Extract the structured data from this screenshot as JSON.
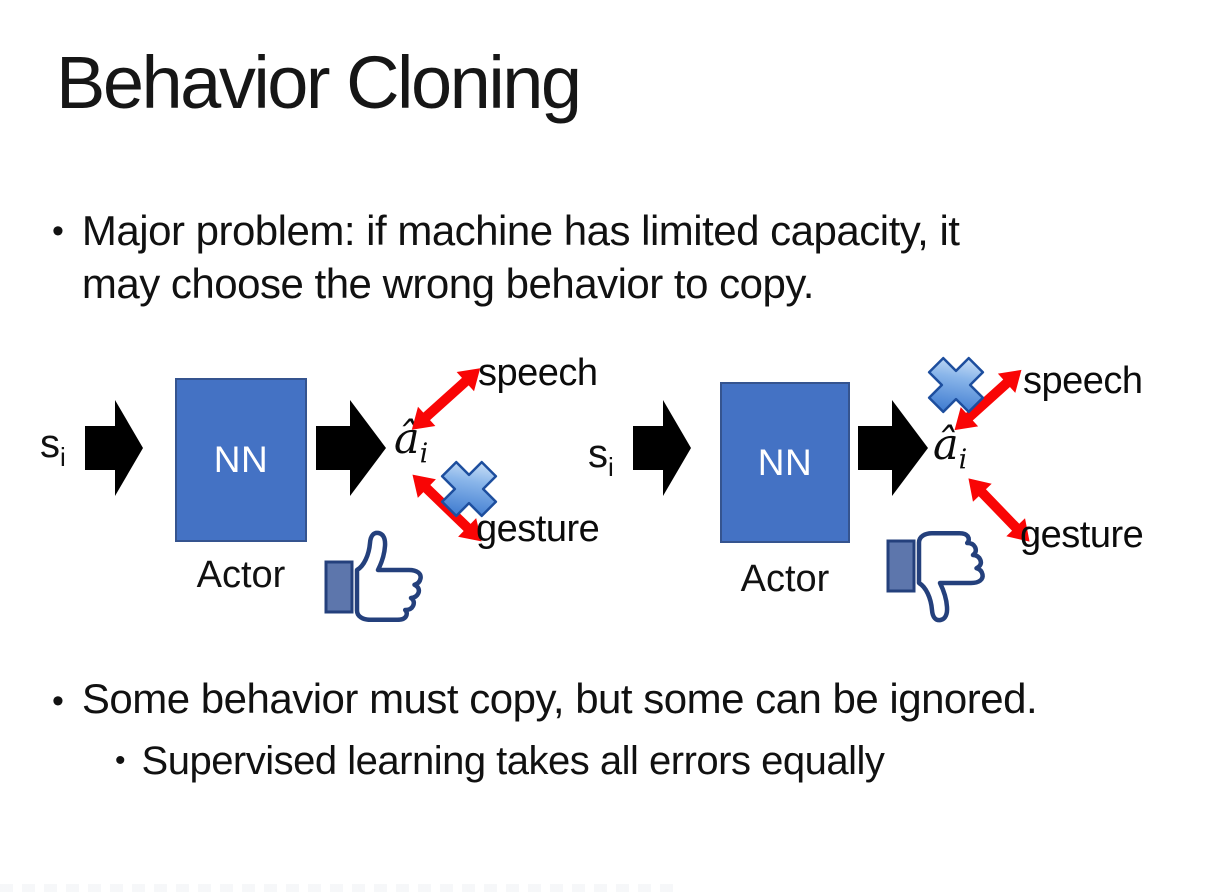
{
  "slide": {
    "title": "Behavior Cloning",
    "bullet_char": "•",
    "bullets": {
      "major_problem_line1": "Major problem: if machine has limited capacity, it",
      "major_problem_line2": "may choose the wrong behavior to copy.",
      "some_behavior": "Some behavior must copy, but some can be ignored.",
      "supervised": "Supervised learning takes all errors equally"
    },
    "diagrams": [
      {
        "side": "left",
        "input_label": "s",
        "input_sub": "i",
        "box_label": "NN",
        "actor_label": "Actor",
        "output_label": "â",
        "output_sub": "i",
        "speech_label": "speech",
        "gesture_label": "gesture",
        "crossed_out_action": "gesture",
        "feedback_icon": "thumbs-up"
      },
      {
        "side": "right",
        "input_label": "s",
        "input_sub": "i",
        "box_label": "NN",
        "actor_label": "Actor",
        "output_label": "â",
        "output_sub": "i",
        "speech_label": "speech",
        "gesture_label": "gesture",
        "crossed_out_action": "speech",
        "feedback_icon": "thumbs-down"
      }
    ],
    "colors": {
      "nn_box_fill": "#4472C4",
      "nn_box_border": "#35548F",
      "black_arrow": "#000000",
      "red_arrow": "#F90505",
      "cross_blue_light": "#E9F3FC",
      "cross_blue_dark": "#3C79CF",
      "thumb_outline": "#24407C",
      "thumb_cuff": "#5D76AC",
      "text": "#111111"
    }
  }
}
